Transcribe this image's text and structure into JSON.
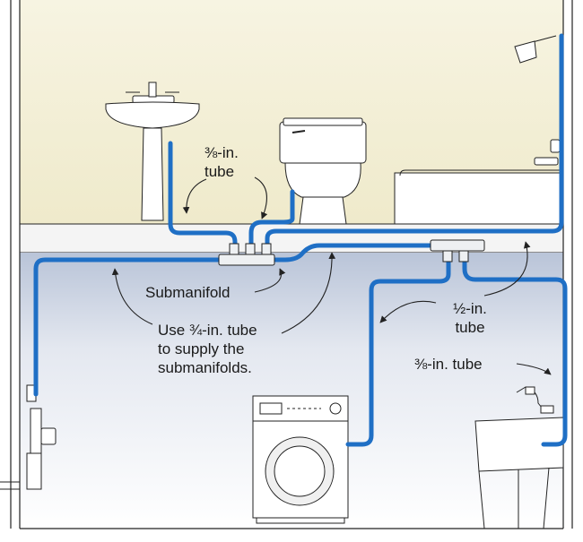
{
  "labels": {
    "tube_38_top_a": "⅜-in.",
    "tube_38_top_b": "tube",
    "submanifold": "Submanifold",
    "use_34_l1": "Use ¾-in. tube",
    "use_34_l2": "to supply the",
    "use_34_l3": "submanifolds.",
    "tube_12_a": "½-in.",
    "tube_12_b": "tube",
    "tube_38_right": "⅜-in. tube"
  },
  "colors": {
    "wall_upper": "#f4f0d8",
    "basement": "#dfe4ee",
    "pipe": "#1f6fc5",
    "floor": "#f7f7f7",
    "line": "#222222"
  },
  "icons": {
    "sink": "pedestal-sink",
    "toilet": "toilet",
    "tub": "bathtub",
    "shower": "shower-head",
    "washer": "washing-machine",
    "utility_sink": "utility-sink",
    "water_heater_valve": "main-valve"
  }
}
